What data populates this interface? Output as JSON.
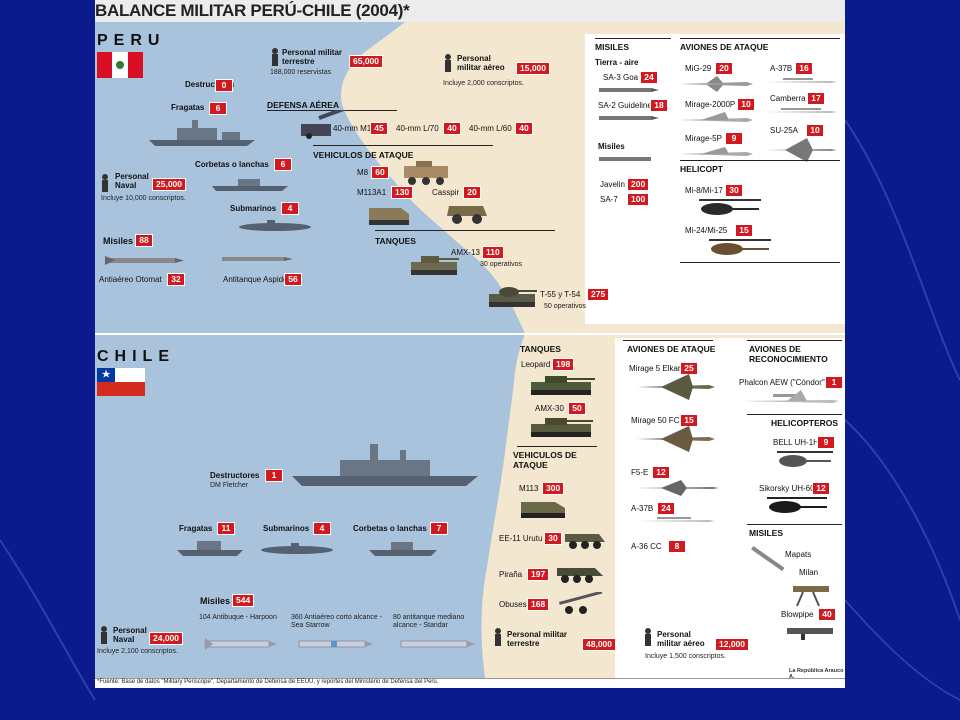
{
  "title": "BALANCE MILITAR PERÚ-CHILE (2004)*",
  "peru": {
    "name": "PERU",
    "personal_terrestre": {
      "label": "Personal militar terrestre",
      "value": "65,000",
      "note": "188,000 reservistas"
    },
    "personal_aereo": {
      "label": "Personal militar aéreo",
      "value": "15,000",
      "note": "Incluye 2,000 conscriptos."
    },
    "destructores": {
      "label": "Destructores",
      "value": "0"
    },
    "fragatas": {
      "label": "Fragatas",
      "value": "6"
    },
    "personal_naval": {
      "label": "Personal Naval",
      "value": "25,000",
      "note": "Incluye 10,000 conscriptos."
    },
    "corbetas": {
      "label": "Corbetas o lanchas",
      "value": "6"
    },
    "submarinos": {
      "label": "Submarinos",
      "value": "4"
    },
    "misiles": {
      "label": "Misiles",
      "value": "88"
    },
    "otomat": {
      "label": "Antiaéreo Otomat",
      "value": "32"
    },
    "aspide": {
      "label": "Antitanque Aspide",
      "value": "56"
    },
    "defensa_aerea": {
      "title": "DEFENSA AÉREA",
      "items": [
        {
          "label": "40-mm M1",
          "value": "45"
        },
        {
          "label": "40-mm L/70",
          "value": "40"
        },
        {
          "label": "40-mm L/60",
          "value": "40"
        }
      ]
    },
    "vehiculos": {
      "title": "VEHICULOS DE ATAQUE",
      "items": [
        {
          "label": "M8",
          "value": "60"
        },
        {
          "label": "M113A1",
          "value": "130"
        },
        {
          "label": "Casspir",
          "value": "20"
        }
      ]
    },
    "tanques": {
      "title": "TANQUES",
      "items": [
        {
          "label": "AMX-13",
          "value": "110",
          "note": "30 operativos"
        },
        {
          "label": "T-55 y T-54",
          "value": "275",
          "note": "50 operativos"
        }
      ]
    },
    "misiles_panel": {
      "title": "MISILES",
      "subtitle": "Tierra - aire",
      "items": [
        {
          "label": "SA-3 Goa",
          "value": "24"
        },
        {
          "label": "SA-2 Guideline",
          "value": "18"
        }
      ],
      "sub2": "Misiles",
      "items2": [
        {
          "label": "Javelin",
          "value": "200"
        },
        {
          "label": "SA-7",
          "value": "100"
        }
      ]
    },
    "aviones": {
      "title": "AVIONES DE ATAQUE",
      "items": [
        {
          "label": "MiG-29",
          "value": "20"
        },
        {
          "label": "Mirage-2000P",
          "value": "10"
        },
        {
          "label": "Mirage-5P",
          "value": "9"
        },
        {
          "label": "A-37B",
          "value": "16"
        },
        {
          "label": "Camberra",
          "value": "17"
        },
        {
          "label": "SU-25A",
          "value": "10"
        }
      ]
    },
    "helicopt": {
      "title": "HELICOPT",
      "items": [
        {
          "label": "Mi-8/Mi-17",
          "value": "30"
        },
        {
          "label": "Mi-24/Mi-25",
          "value": "15"
        }
      ]
    }
  },
  "chile": {
    "name": "CHILE",
    "destructores": {
      "label": "Destructores",
      "value": "1",
      "note": "DM Fletcher"
    },
    "fragatas": {
      "label": "Fragatas",
      "value": "11"
    },
    "submarinos": {
      "label": "Submarinos",
      "value": "4"
    },
    "corbetas": {
      "label": "Corbetas o lanchas",
      "value": "7"
    },
    "misiles": {
      "label": "Misiles",
      "value": "544"
    },
    "harpoon": "104 Antibuque - Harpoon",
    "starrow": "360 Antiaéreo corto alcance - Sea Starrow",
    "standar": "80 antitanque mediano alcance - Standar",
    "personal_naval": {
      "label": "Personal Naval",
      "value": "24,000",
      "note": "Incluye 2,100 conscriptos."
    },
    "tanques": {
      "title": "TANQUES",
      "items": [
        {
          "label": "Leopard",
          "value": "198"
        },
        {
          "label": "AMX-30",
          "value": "50"
        }
      ]
    },
    "vehiculos": {
      "title": "VEHICULOS DE ATAQUE",
      "items": [
        {
          "label": "M113",
          "value": "300"
        },
        {
          "label": "EE-11 Urutu",
          "value": "30"
        },
        {
          "label": "Piraña",
          "value": "197"
        },
        {
          "label": "Obuses",
          "value": "168"
        }
      ]
    },
    "personal_terrestre": {
      "label": "Personal militar terrestre",
      "value": "48,000"
    },
    "personal_aereo": {
      "label": "Personal militar aéreo",
      "value": "12,000",
      "note": "Incluye 1,500 conscriptos."
    },
    "aviones": {
      "title": "AVIONES DE ATAQUE",
      "items": [
        {
          "label": "Mirage 5 Elkan",
          "value": "25"
        },
        {
          "label": "Mirage 50 FC",
          "value": "15"
        },
        {
          "label": "F5-E",
          "value": "12"
        },
        {
          "label": "A-37B",
          "value": "24"
        },
        {
          "label": "A-36 CC",
          "value": "8"
        }
      ]
    },
    "reconocimiento": {
      "title": "AVIONES DE RECONOCIMIENTO",
      "items": [
        {
          "label": "Phalcon AEW (\"Cóndor\")",
          "value": "1"
        }
      ]
    },
    "helicopteros": {
      "title": "HELICOPTEROS",
      "items": [
        {
          "label": "BELL UH-1H",
          "value": "9"
        },
        {
          "label": "Sikorsky UH-60",
          "value": "12"
        }
      ]
    },
    "misiles_panel": {
      "title": "MISILES",
      "items": [
        {
          "label": "Mapats",
          "value": ""
        },
        {
          "label": "Milan",
          "value": ""
        },
        {
          "label": "Blowpipe",
          "value": "40"
        }
      ]
    }
  },
  "footer": "*Fuente: Base de datos \"Military Periscope\", Departamento de Defensa de EEUU, y reportes del Ministerio de Defensa del Perú.",
  "credit": "La República Arauco A.",
  "colors": {
    "sea": "#a9c3dc",
    "land": "#f3e7cf",
    "badge": "#d11a1f",
    "background": "#0b1a8c"
  }
}
